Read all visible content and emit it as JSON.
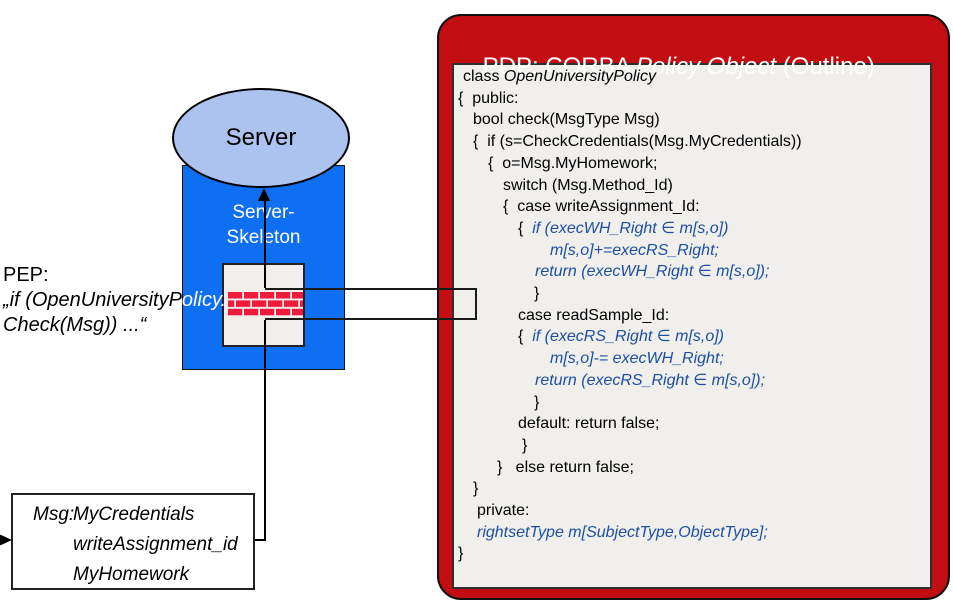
{
  "pep": {
    "label": "PEP:",
    "line1": "„if (OpenUniversityPolicy.",
    "line2": "Check(Msg)) ...“"
  },
  "server": {
    "label": "Server",
    "skeleton_line1": "Server-",
    "skeleton_line2": "Skeleton"
  },
  "msg_box": {
    "label": "Msg:",
    "items": [
      "MyCredentials",
      "writeAssignment_id",
      "MyHomework"
    ]
  },
  "pdp": {
    "title_prefix": "PDP: CORBA ",
    "title_italic": "Policy Object",
    "title_suffix": " (Outline)",
    "code_lines": [
      {
        "pad": 6,
        "parts": [
          {
            "t": "class ",
            "s": "n"
          },
          {
            "t": "OpenUniversityPolicy",
            "s": "i"
          }
        ]
      },
      {
        "pad": 1,
        "parts": [
          {
            "t": "{  public:",
            "s": "n"
          }
        ]
      },
      {
        "pad": 16,
        "parts": [
          {
            "t": "bool check(MsgType Msg)",
            "s": "n"
          }
        ]
      },
      {
        "pad": 16,
        "parts": [
          {
            "t": "{  if (s=CheckCredentials(Msg.MyCredentials))",
            "s": "n"
          }
        ]
      },
      {
        "pad": 31,
        "parts": [
          {
            "t": "{  o=Msg.MyHomework;",
            "s": "n"
          }
        ]
      },
      {
        "pad": 46,
        "parts": [
          {
            "t": "switch (Msg.Method_Id)",
            "s": "n"
          }
        ]
      },
      {
        "pad": 46,
        "parts": [
          {
            "t": "{  case writeAssignment_Id:",
            "s": "n"
          }
        ]
      },
      {
        "pad": 61,
        "parts": [
          {
            "t": "{  ",
            "s": "n"
          },
          {
            "t": "if (execWH_Right ∈ m[s,o])",
            "s": "b"
          }
        ]
      },
      {
        "pad": 93,
        "parts": [
          {
            "t": "m[s,o]+=execRS_Right;",
            "s": "b"
          }
        ]
      },
      {
        "pad": 78,
        "parts": [
          {
            "t": "return (execWH_Right ∈ m[s,o]);",
            "s": "b"
          }
        ]
      },
      {
        "pad": 77,
        "parts": [
          {
            "t": "}",
            "s": "n"
          }
        ]
      },
      {
        "pad": 61,
        "parts": [
          {
            "t": "case readSample_Id:",
            "s": "n"
          }
        ]
      },
      {
        "pad": 61,
        "parts": [
          {
            "t": "{  ",
            "s": "n"
          },
          {
            "t": "if (execRS_Right ∈ m[s,o])",
            "s": "b"
          }
        ]
      },
      {
        "pad": 93,
        "parts": [
          {
            "t": "m[s,o]-= execWH_Right;",
            "s": "b"
          }
        ]
      },
      {
        "pad": 78,
        "parts": [
          {
            "t": "return (execRS_Right ∈ m[s,o]);",
            "s": "b"
          }
        ]
      },
      {
        "pad": 77,
        "parts": [
          {
            "t": "}",
            "s": "n"
          }
        ]
      },
      {
        "pad": 61,
        "parts": [
          {
            "t": "default: return false;",
            "s": "n"
          }
        ]
      },
      {
        "pad": 65,
        "parts": [
          {
            "t": "}",
            "s": "n"
          }
        ]
      },
      {
        "pad": 40,
        "parts": [
          {
            "t": "}   else return false;",
            "s": "n"
          }
        ]
      },
      {
        "pad": 16,
        "parts": [
          {
            "t": "}",
            "s": "n"
          }
        ]
      },
      {
        "pad": 20,
        "parts": [
          {
            "t": "private:",
            "s": "n"
          }
        ]
      },
      {
        "pad": 20,
        "parts": [
          {
            "t": "rightsetType m[SubjectType,ObjectType];",
            "s": "b"
          }
        ]
      },
      {
        "pad": 1,
        "parts": [
          {
            "t": "}",
            "s": "n"
          }
        ]
      }
    ]
  },
  "colors": {
    "pdp_red": "#c20d12",
    "skeleton_blue": "#0e6ff2",
    "ellipse_blue": "#abc3ee",
    "panel_gray": "#f0efec",
    "code_blue": "#1c4fa2",
    "brick_red": "#ee1b3d"
  }
}
